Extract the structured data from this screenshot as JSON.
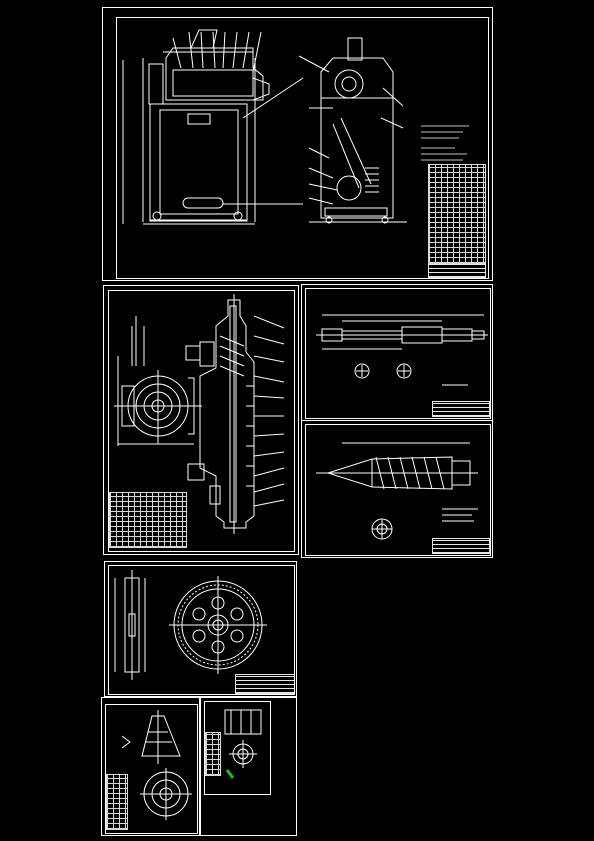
{
  "viewer": {
    "background": "#000000",
    "line_color": "#ffffff",
    "accent_green": "#20c020"
  },
  "sheets": [
    {
      "id": "assembly"
    },
    {
      "id": "cross-section"
    },
    {
      "id": "shaft"
    },
    {
      "id": "screw"
    },
    {
      "id": "wheel"
    },
    {
      "id": "bracket"
    },
    {
      "id": "part-small"
    }
  ]
}
